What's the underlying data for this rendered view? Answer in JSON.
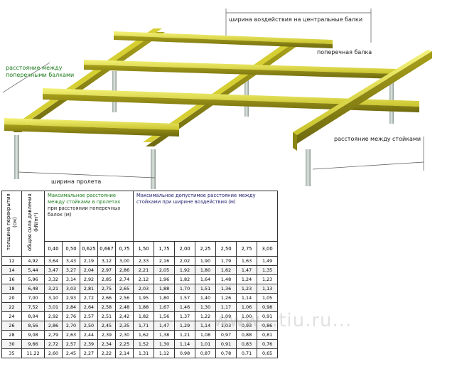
{
  "labels": {
    "central_beams_width": "ширина воздействия на центральные балки",
    "cross_beam": "поперечная балка",
    "cross_beam_spacing_line1": "расстояние между",
    "cross_beam_spacing_line2": "поперечными балками",
    "post_spacing": "расстояние между стойками",
    "span_width": "ширина пролета"
  },
  "watermark": "www.               .tiu.ru...",
  "table": {
    "col_thickness": "толщина перекрытия (см)",
    "col_pressure": "общая сила давления (kN/m²)",
    "group1_title": "Максимальное расстояние между стойками в пролетах",
    "group1_tail": "при расстоянии поперечных балок (м)",
    "group2_title": "Максимальное допустимое расстояние между стойками при ширине воздействия (м)",
    "group1_cols": [
      "0,40",
      "0,50",
      "0,625",
      "0,667",
      "0,75"
    ],
    "group2_cols": [
      "1,50",
      "1,75",
      "2,00",
      "2,25",
      "2,50",
      "2,75",
      "3,00"
    ],
    "rows": [
      [
        "12",
        "4,92",
        "3,64",
        "3,43",
        "2,19",
        "3,12",
        "3,00",
        "2,33",
        "2,16",
        "2,02",
        "1,90",
        "1,79",
        "1,63",
        "1,49"
      ],
      [
        "14",
        "5,44",
        "3,47",
        "3,27",
        "2,04",
        "2,97",
        "2,86",
        "2,21",
        "2,05",
        "1,92",
        "1,80",
        "1,62",
        "1,47",
        "1,35"
      ],
      [
        "16",
        "5,96",
        "3,32",
        "3,14",
        "2,92",
        "2,85",
        "2,74",
        "2,12",
        "1,96",
        "1,82",
        "1,64",
        "1,48",
        "1,24",
        "1,23"
      ],
      [
        "18",
        "6,48",
        "3,21",
        "3,03",
        "2,81",
        "2,75",
        "2,65",
        "2,03",
        "1,88",
        "1,70",
        "1,51",
        "1,36",
        "1,23",
        "1,13"
      ],
      [
        "20",
        "7,00",
        "3,10",
        "2,93",
        "2,72",
        "2,66",
        "2,56",
        "1,95",
        "1,80",
        "1,57",
        "1,40",
        "1,26",
        "1,14",
        "1,05"
      ],
      [
        "22",
        "7,52",
        "3,01",
        "2,84",
        "2,64",
        "2,58",
        "2,48",
        "1,88",
        "1,67",
        "1,46",
        "1,30",
        "1,17",
        "1,06",
        "0,98"
      ],
      [
        "24",
        "8,04",
        "2,92",
        "2,76",
        "2,57",
        "2,51",
        "2,42",
        "1,82",
        "1,56",
        "1,37",
        "1,22",
        "1,09",
        "1,00",
        "0,91"
      ],
      [
        "26",
        "8,56",
        "2,86",
        "2,70",
        "2,50",
        "2,45",
        "2,35",
        "1,71",
        "1,47",
        "1,29",
        "1,14",
        "1,03",
        "0,93",
        "0,86"
      ],
      [
        "28",
        "9,08",
        "2,79",
        "2,63",
        "2,44",
        "2,39",
        "2,30",
        "1,62",
        "1,38",
        "1,21",
        "1,08",
        "0,97",
        "0,88",
        "0,81"
      ],
      [
        "30",
        "9,66",
        "2,72",
        "2,57",
        "2,39",
        "2,34",
        "2,25",
        "1,52",
        "1,30",
        "1,14",
        "1,01",
        "0,91",
        "0,83",
        "0,76"
      ],
      [
        "35",
        "11,22",
        "2,60",
        "2,45",
        "2,27",
        "2,22",
        "2,14",
        "1,31",
        "1,12",
        "0,98",
        "0,87",
        "0,78",
        "0,71",
        "0,65"
      ]
    ]
  }
}
